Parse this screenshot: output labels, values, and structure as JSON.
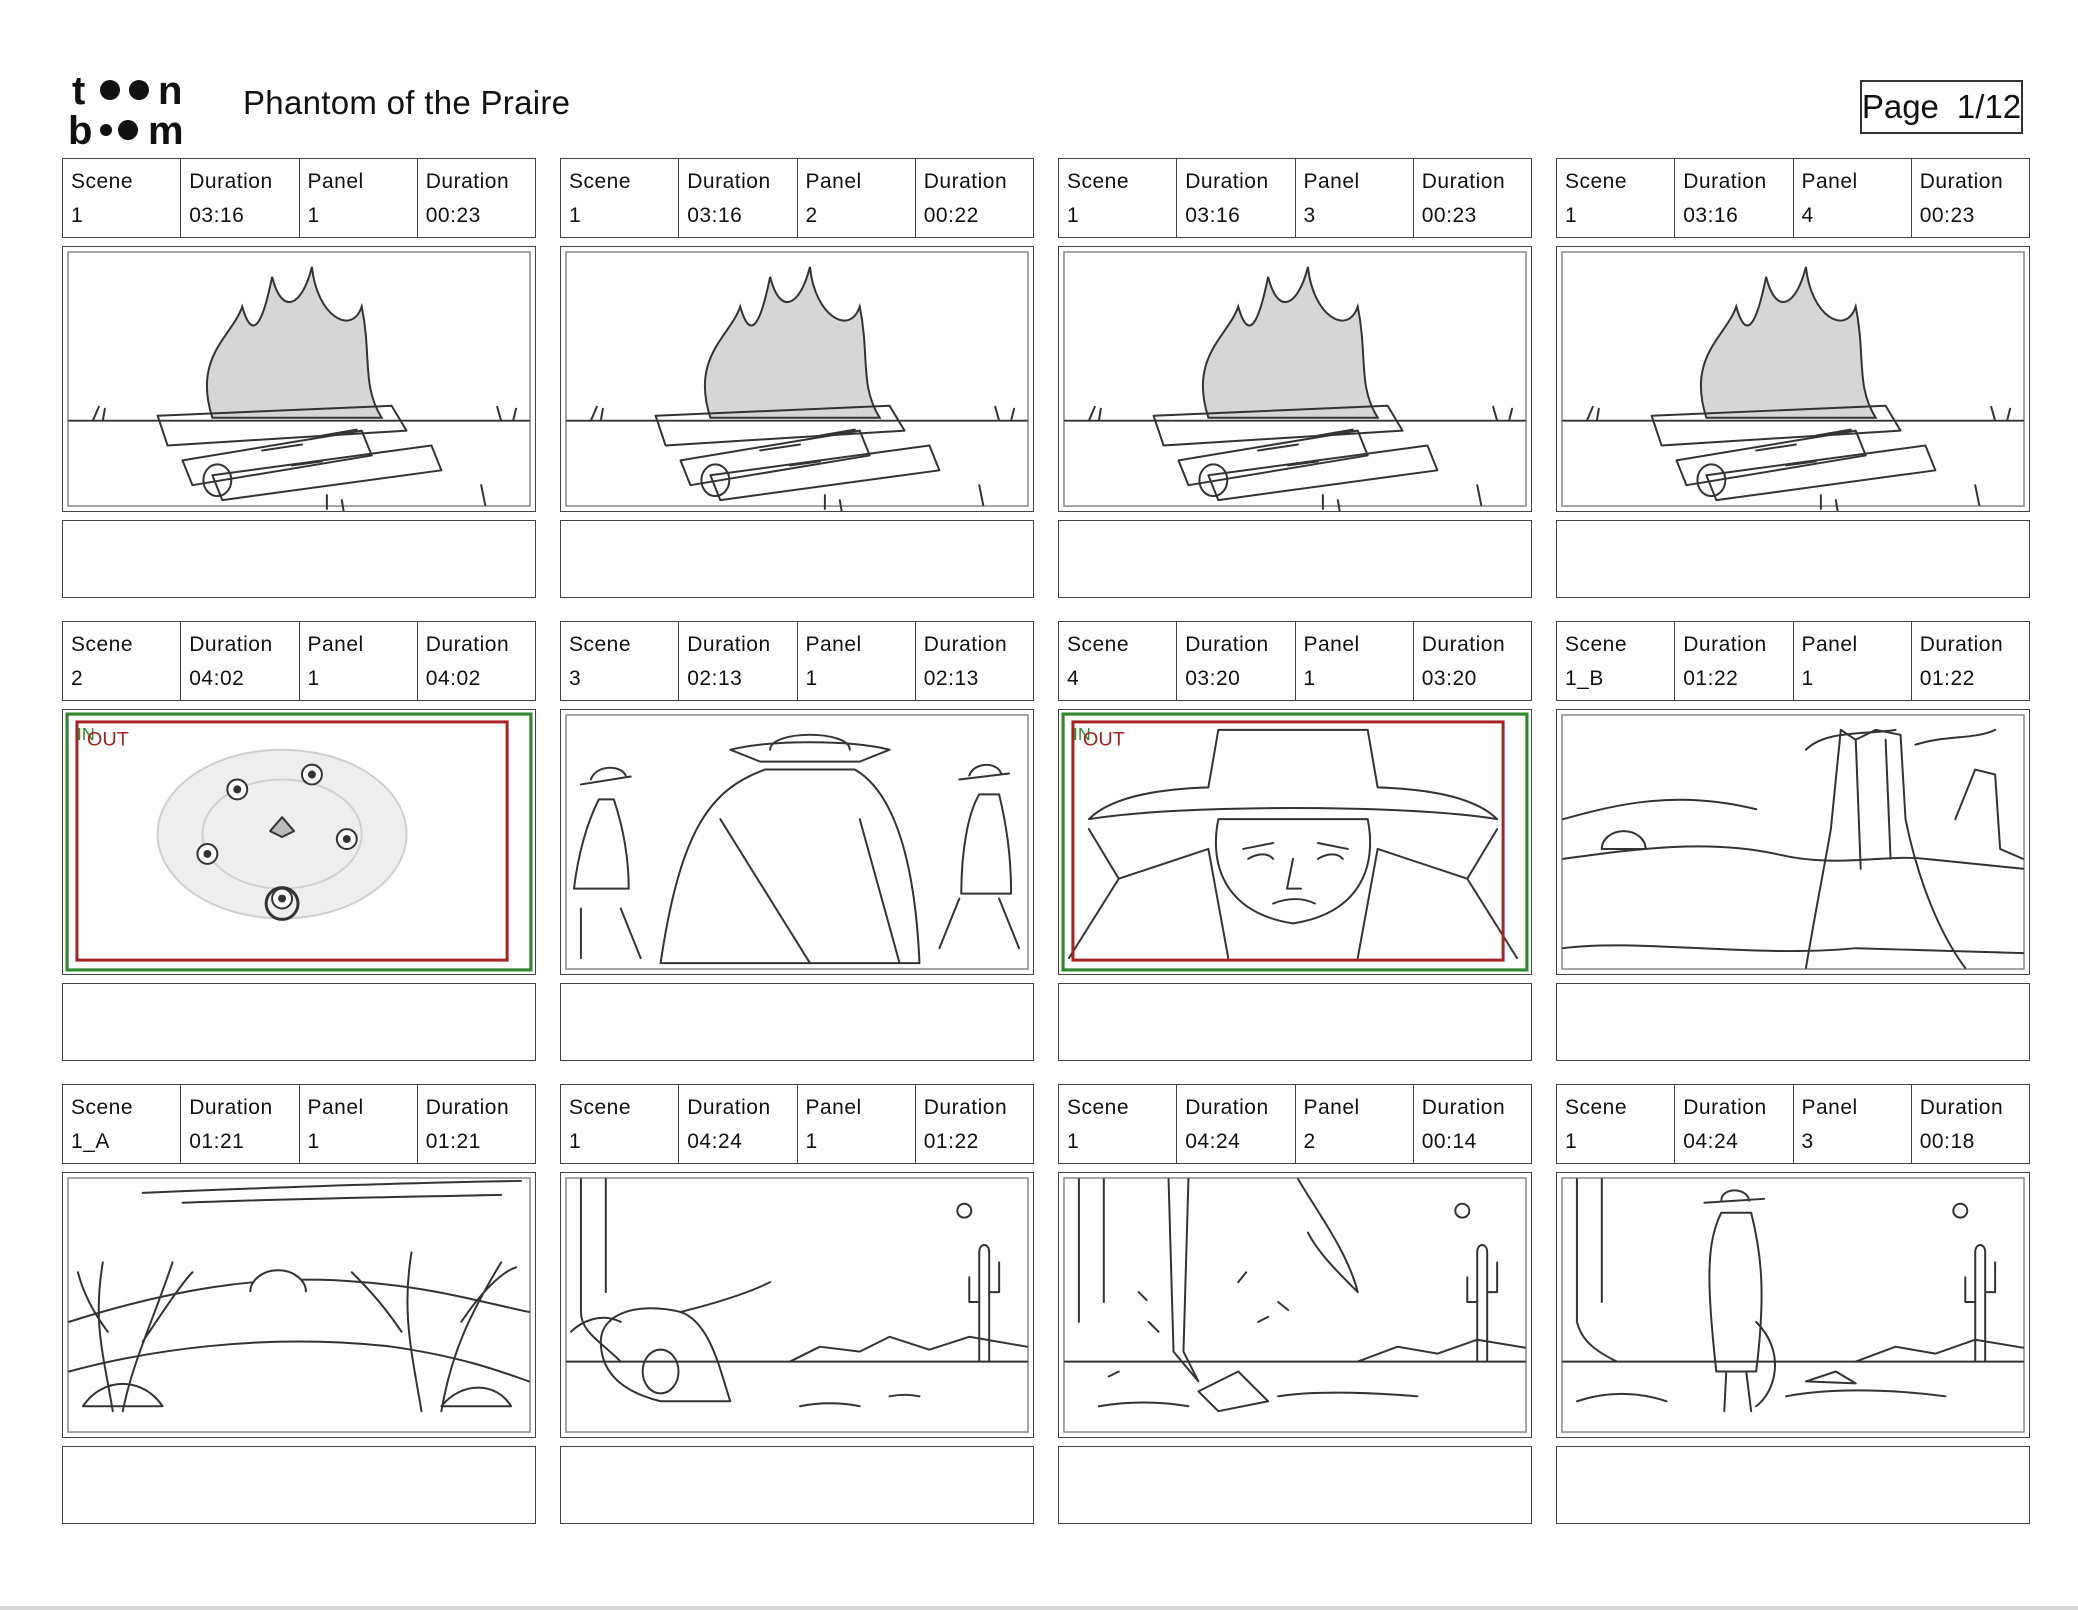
{
  "header": {
    "logo_text": "toon boom",
    "title": "Phantom of the Praire",
    "page_label": "Page",
    "page_value": "1/12"
  },
  "labels": {
    "scene": "Scene",
    "duration": "Duration",
    "panel": "Panel"
  },
  "panels": [
    {
      "scene": "1",
      "scene_duration": "03:16",
      "panel": "1",
      "panel_duration": "00:23",
      "art": "campfire-sketch",
      "marks": []
    },
    {
      "scene": "1",
      "scene_duration": "03:16",
      "panel": "2",
      "panel_duration": "00:22",
      "art": "campfire-sketch",
      "marks": []
    },
    {
      "scene": "1",
      "scene_duration": "03:16",
      "panel": "3",
      "panel_duration": "00:23",
      "art": "campfire-sketch",
      "marks": []
    },
    {
      "scene": "1",
      "scene_duration": "03:16",
      "panel": "4",
      "panel_duration": "00:23",
      "art": "campfire-sketch",
      "marks": []
    },
    {
      "scene": "2",
      "scene_duration": "04:02",
      "panel": "1",
      "panel_duration": "04:02",
      "art": "overhead-circle-sketch",
      "marks": [
        "IN",
        "OUT"
      ]
    },
    {
      "scene": "3",
      "scene_duration": "02:13",
      "panel": "1",
      "panel_duration": "02:13",
      "art": "cowboys-sketch",
      "marks": []
    },
    {
      "scene": "4",
      "scene_duration": "03:20",
      "panel": "1",
      "panel_duration": "03:20",
      "art": "closeup-sketch",
      "marks": [
        "IN",
        "OUT"
      ]
    },
    {
      "scene": "1_B",
      "scene_duration": "01:22",
      "panel": "1",
      "panel_duration": "01:22",
      "art": "mesa-sketch",
      "marks": []
    },
    {
      "scene": "1_A",
      "scene_duration": "01:21",
      "panel": "1",
      "panel_duration": "01:21",
      "art": "dunes-sketch",
      "marks": []
    },
    {
      "scene": "1",
      "scene_duration": "04:24",
      "panel": "1",
      "panel_duration": "01:22",
      "art": "skull-desert-sketch",
      "marks": []
    },
    {
      "scene": "1",
      "scene_duration": "04:24",
      "panel": "2",
      "panel_duration": "00:14",
      "art": "impact-sketch",
      "marks": []
    },
    {
      "scene": "1",
      "scene_duration": "04:24",
      "panel": "3",
      "panel_duration": "00:18",
      "art": "gunslinger-sketch",
      "marks": []
    }
  ],
  "colors": {
    "in_frame": "#2e8b2e",
    "out_frame": "#a82222",
    "ink": "#333333"
  }
}
